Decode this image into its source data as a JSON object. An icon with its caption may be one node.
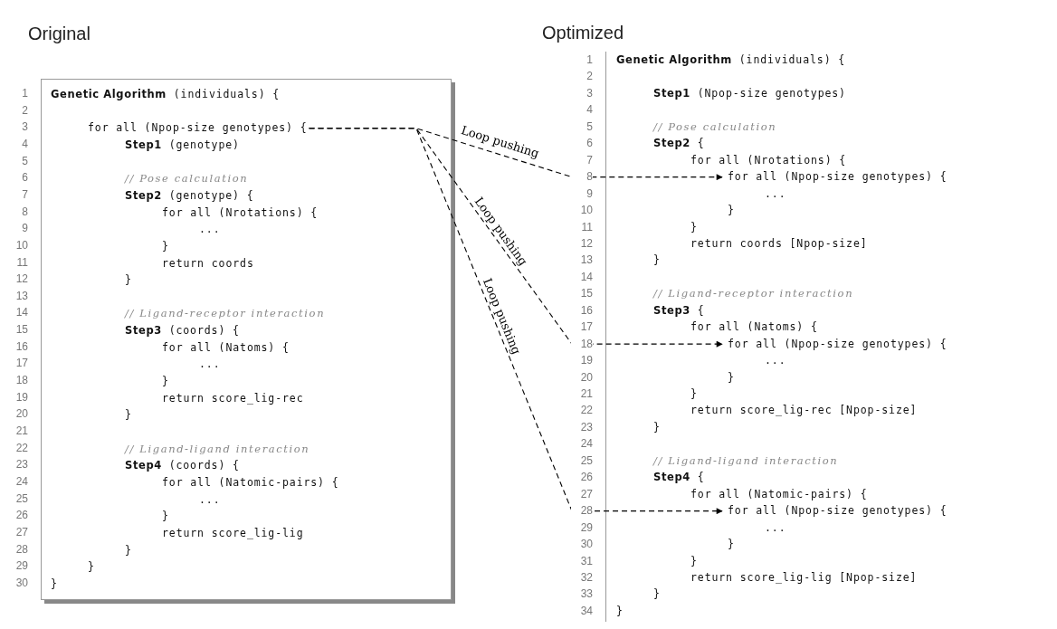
{
  "diagram": {
    "nodes": [
      {
        "text": [
          "Original"
        ]
      },
      {
        "text": [
          "**Genetic Algorithm** (individuals) {"
        ],
        "in": 0
      },
      {
        "text": [
          "for all (Npop-size genotypes) {"
        ],
        "in": 0
      },
      {
        "text": [
          "**Step1** (genotype)"
        ],
        "in": 0
      },
      {
        "text": [
          "// Pose calculation"
        ],
        "in": 0
      },
      {
        "text": [
          "**Step2** (genotype) {"
        ],
        "in": 0
      },
      {
        "text": [
          "for all (Nrotations) {"
        ],
        "in": 0
      },
      {
        "text": [
          "..."
        ],
        "in": 0
      },
      {
        "text": [
          "}"
        ],
        "in": 0
      },
      {
        "text": [
          "return coords"
        ],
        "in": 0
      },
      {
        "text": [
          "}"
        ],
        "in": 0
      },
      {
        "text": [
          "// Ligand-receptor interaction"
        ],
        "in": 0
      },
      {
        "text": [
          "**Step3** (coords) {"
        ],
        "in": 0
      },
      {
        "text": [
          "for all (Natoms) {"
        ],
        "in": 0
      },
      {
        "text": [
          "..."
        ],
        "in": 0
      },
      {
        "text": [
          "}"
        ],
        "in": 0
      },
      {
        "text": [
          "return score_lig-rec"
        ],
        "in": 0
      },
      {
        "text": [
          "}"
        ],
        "in": 0
      },
      {
        "text": [
          "// Ligand-ligand interaction"
        ],
        "in": 0
      },
      {
        "text": [
          "**Step4** (coords) {"
        ],
        "in": 0
      },
      {
        "text": [
          "for all (Natomic-pairs) {"
        ],
        "in": 0
      },
      {
        "text": [
          "..."
        ],
        "in": 0
      },
      {
        "text": [
          "}"
        ],
        "in": 0
      },
      {
        "text": [
          "return score_lig-lig"
        ],
        "in": 0
      },
      {
        "text": [
          "}"
        ],
        "in": 0
      },
      {
        "text": [
          "}"
        ],
        "in": 0
      },
      {
        "text": [
          "}"
        ],
        "in": 0
      },
      {
        "text": [
          "Optimized"
        ]
      },
      {
        "text": [
          "**Genetic Algorithm** (individuals) {"
        ],
        "in": 27
      },
      {
        "text": [
          "**Step1** (Npop-size genotypes)"
        ],
        "in": 27
      },
      {
        "text": [
          "// Pose calculation"
        ],
        "in": 27
      },
      {
        "text": [
          "**Step2** {"
        ],
        "in": 27
      },
      {
        "text": [
          "for all (Nrotations) {"
        ],
        "in": 27
      },
      {
        "text": [
          "for all (Npop-size genotypes) {"
        ],
        "in": 27
      },
      {
        "text": [
          "..."
        ],
        "in": 27
      },
      {
        "text": [
          "}"
        ],
        "in": 27
      },
      {
        "text": [
          "}"
        ],
        "in": 27
      },
      {
        "text": [
          "return coords [Npop-size]"
        ],
        "in": 27
      },
      {
        "text": [
          "}"
        ],
        "in": 27
      },
      {
        "text": [
          "// Ligand-receptor interaction"
        ],
        "in": 27
      },
      {
        "text": [
          "**Step3** {"
        ],
        "in": 27
      },
      {
        "text": [
          "for all (Natoms) {"
        ],
        "in": 27
      },
      {
        "text": [
          "for all (Npop-size genotypes) {"
        ],
        "in": 27
      },
      {
        "text": [
          "..."
        ],
        "in": 27
      },
      {
        "text": [
          "}"
        ],
        "in": 27
      },
      {
        "text": [
          "}"
        ],
        "in": 27
      },
      {
        "text": [
          "return score_lig-rec [Npop-size]"
        ],
        "in": 27
      },
      {
        "text": [
          "}"
        ],
        "in": 27
      },
      {
        "text": [
          "// Ligand-ligand interaction"
        ],
        "in": 27
      },
      {
        "text": [
          "**Step4** {"
        ],
        "in": 27
      },
      {
        "text": [
          "for all (Natomic-pairs) {"
        ],
        "in": 27
      },
      {
        "text": [
          "for all (Npop-size genotypes) {"
        ],
        "in": 27
      },
      {
        "text": [
          "..."
        ],
        "in": 27
      },
      {
        "text": [
          "}"
        ],
        "in": 27
      },
      {
        "text": [
          "}"
        ],
        "in": 27
      },
      {
        "text": [
          "return score_lig-lig [Npop-size]"
        ],
        "in": 27
      },
      {
        "text": [
          "}"
        ],
        "in": 27
      },
      {
        "text": [
          "}"
        ],
        "in": 27
      }
    ],
    "edges": [
      {
        "from": 2,
        "to": 33,
        "arrow": "to",
        "style": "dashed",
        "label": "Loop pushing"
      },
      {
        "from": 2,
        "to": 42,
        "arrow": "to",
        "style": "dashed",
        "label": "Loop pushing"
      },
      {
        "from": 2,
        "to": 51,
        "arrow": "to",
        "style": "dashed",
        "label": "Loop pushing"
      }
    ],
    "labels": [
      "1",
      "2",
      "3",
      "4",
      "5",
      "6",
      "7",
      "8",
      "9",
      "10",
      "11",
      "12",
      "13",
      "14",
      "15",
      "16",
      "17",
      "18",
      "19",
      "20",
      "21",
      "22",
      "23",
      "24",
      "25",
      "26",
      "27",
      "28",
      "29",
      "30",
      "1",
      "2",
      "3",
      "4",
      "5",
      "6",
      "7",
      "8",
      "9",
      "10",
      "11",
      "12",
      "13",
      "14",
      "15",
      "16",
      "17",
      "18",
      "19",
      "20",
      "21",
      "22",
      "23",
      "24",
      "25",
      "26",
      "27",
      "28",
      "29",
      "30",
      "31",
      "32",
      "33",
      "34"
    ]
  }
}
